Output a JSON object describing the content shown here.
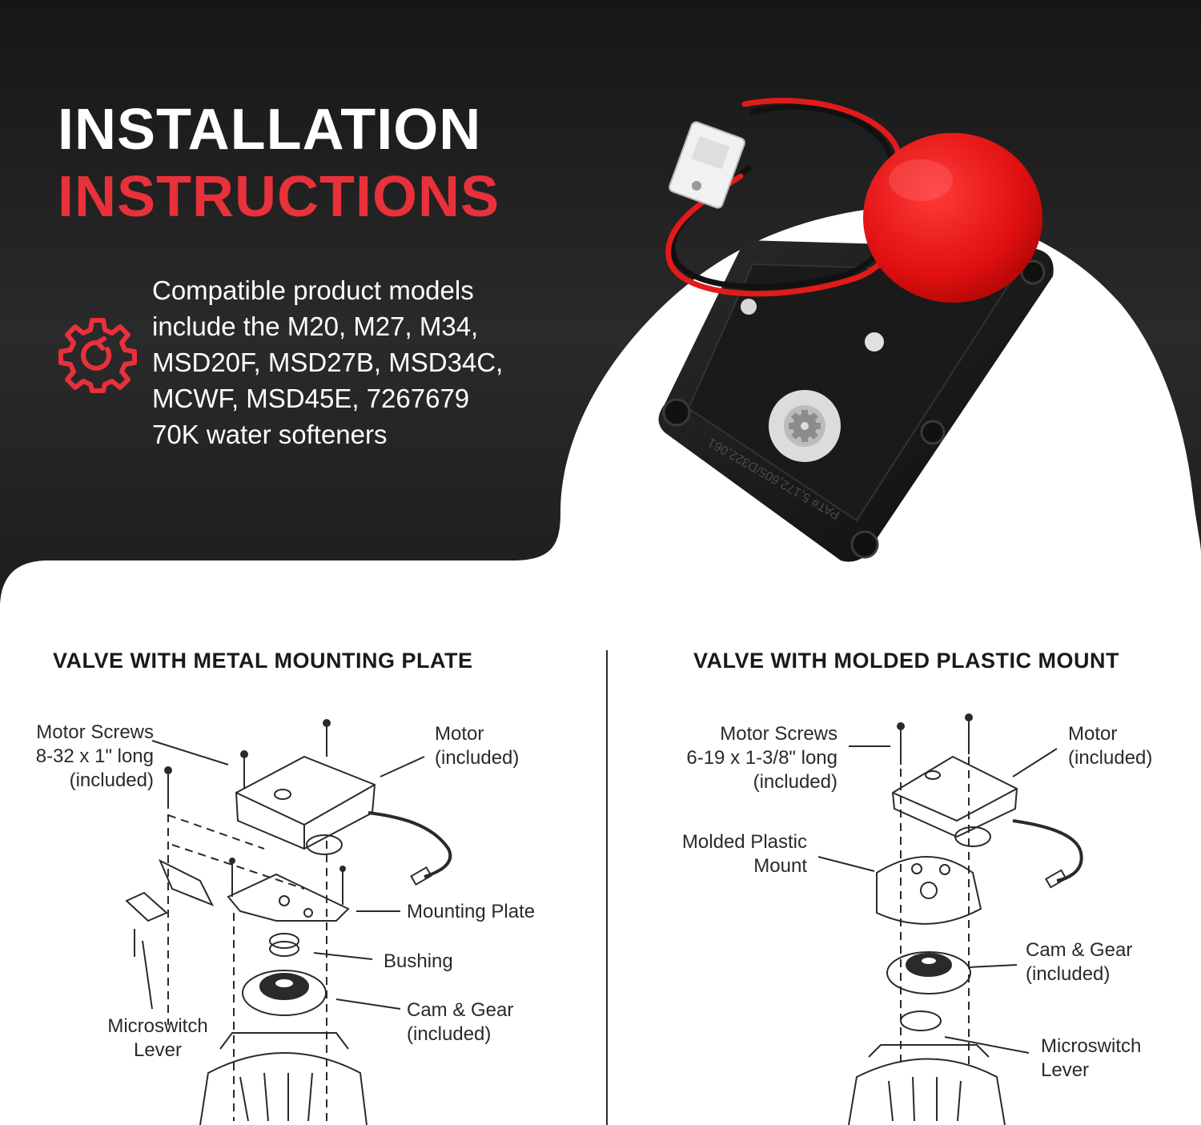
{
  "header": {
    "title_line1": "INSTALLATION",
    "title_line2": "INSTRUCTIONS",
    "title_line2_color": "#e8313a"
  },
  "compatibility": {
    "icon": "gear-icon",
    "lines": [
      "Compatible product models",
      "include the M20, M27, M34,",
      "MSD20F, MSD27B, MSD34C,",
      "MCWF, MSD45E, 7267679",
      "70K water softeners"
    ]
  },
  "product_photo": {
    "housing_text": "PAT# 5,172,605/D322,061"
  },
  "diagram_left": {
    "title": "VALVE WITH METAL MOUNTING PLATE",
    "labels": {
      "motor_screws": [
        "Motor Screws",
        "8-32 x 1\" long",
        "(included)"
      ],
      "motor": [
        "Motor",
        "(included)"
      ],
      "mounting_plate": [
        "Mounting Plate"
      ],
      "bushing": [
        "Bushing"
      ],
      "cam_gear": [
        "Cam & Gear",
        "(included)"
      ],
      "microswitch": [
        "Microswitch",
        "Lever"
      ]
    }
  },
  "diagram_right": {
    "title": "VALVE WITH MOLDED PLASTIC MOUNT",
    "labels": {
      "motor_screws": [
        "Motor Screws",
        "6-19 x 1-3/8\" long",
        "(included)"
      ],
      "motor": [
        "Motor",
        "(included)"
      ],
      "mount": [
        "Molded Plastic",
        "Mount"
      ],
      "cam_gear": [
        "Cam & Gear",
        "(included)"
      ],
      "microswitch": [
        "Microswitch",
        "Lever"
      ]
    }
  },
  "colors": {
    "accent": "#e8313a",
    "dark_bg": "#1f1f20",
    "diagram_ink": "#2a2a2a"
  }
}
